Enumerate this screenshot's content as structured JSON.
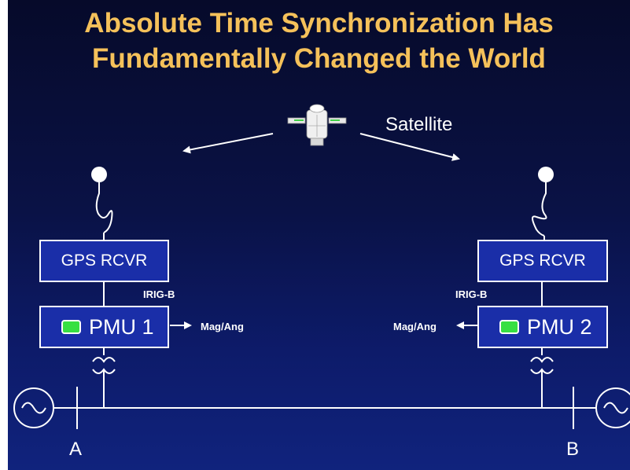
{
  "title": {
    "line1": "Absolute Time Synchronization Has",
    "line2": "Fundamentally Changed the World"
  },
  "satellite": {
    "label": "Satellite"
  },
  "left": {
    "receiver": "GPS RCVR",
    "sync_signal": "IRIG-B",
    "pmu": "PMU 1",
    "output": "Mag/Ang",
    "bus": "A"
  },
  "right": {
    "receiver": "GPS RCVR",
    "sync_signal": "IRIG-B",
    "pmu": "PMU 2",
    "output": "Mag/Ang",
    "bus": "B"
  },
  "colors": {
    "background_top": "#060a2a",
    "background_bottom": "#10237d",
    "title": "#f5c15a",
    "box_fill": "#1a2ea8",
    "led": "#37e042",
    "lines": "#ffffff"
  }
}
